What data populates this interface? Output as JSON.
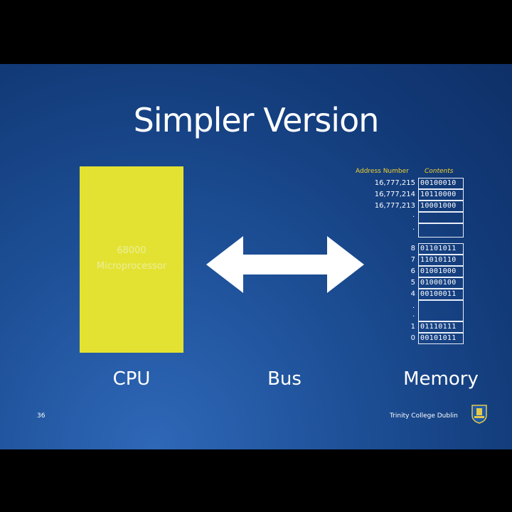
{
  "slide": {
    "title": "Simpler Version",
    "cpu_text": [
      "68000",
      "Microprocessor"
    ],
    "captions": {
      "cpu": "CPU",
      "bus": "Bus",
      "memory": "Memory"
    },
    "memory_header": {
      "address": "Address Number",
      "contents": "Contents"
    },
    "memory_top": [
      {
        "address": "16,777,215",
        "contents": "00100010"
      },
      {
        "address": "16,777,214",
        "contents": "10110000"
      },
      {
        "address": "16,777,213",
        "contents": "10001000"
      }
    ],
    "memory_bottom": [
      {
        "address": "8",
        "contents": "01101011"
      },
      {
        "address": "7",
        "contents": "11010110"
      },
      {
        "address": "6",
        "contents": "01001000"
      },
      {
        "address": "5",
        "contents": "01000100"
      },
      {
        "address": "4",
        "contents": "00100011"
      },
      {
        "address": "1",
        "contents": "01110111"
      },
      {
        "address": "0",
        "contents": "00101011"
      }
    ],
    "page_number": "36",
    "institution": "Trinity College Dublin",
    "colors": {
      "cpu_box": "#e3e232",
      "background": "#1d4f96",
      "header_text": "#f2d32c"
    }
  }
}
